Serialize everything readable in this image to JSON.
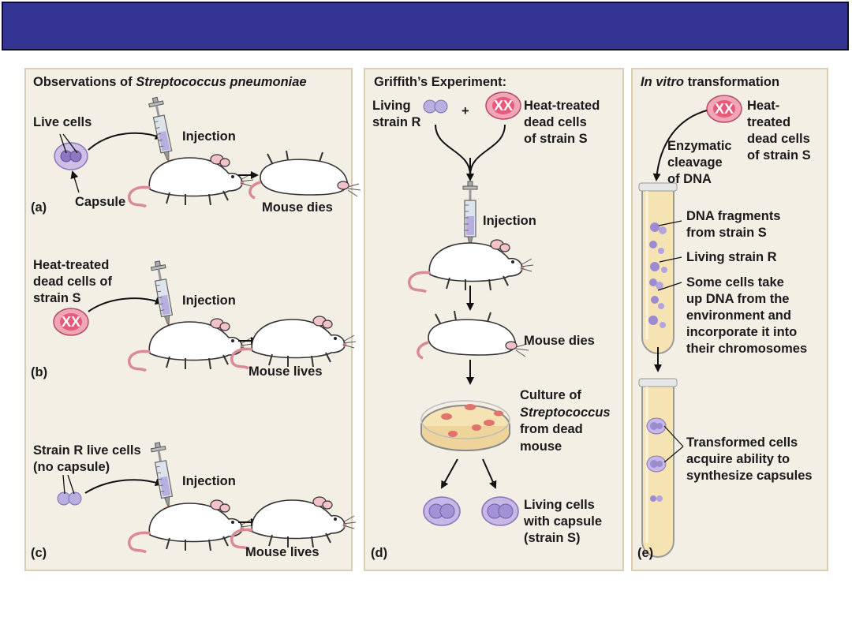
{
  "panel_a": {
    "heading_prefix": "Observations of ",
    "heading_species": "Streptococcus pneumoniae",
    "live_cells": "Live cells",
    "capsule": "Capsule",
    "injection": "Injection",
    "result": "Mouse dies",
    "letter": "(a)"
  },
  "panel_b": {
    "heat_treated": "Heat-treated\ndead cells of\nstrain S",
    "injection": "Injection",
    "result": "Mouse lives",
    "letter": "(b)",
    "dead_cell_mark": "XX"
  },
  "panel_c": {
    "strain_r": "Strain R live cells\n(no capsule)",
    "injection": "Injection",
    "result": "Mouse lives",
    "letter": "(c)"
  },
  "panel_d": {
    "heading": "Griffith’s Experiment:",
    "living_strain_r": "Living\nstrain R",
    "plus": "+",
    "heat_treated": "Heat-treated\ndead cells\nof strain S",
    "dead_cell_mark": "XX",
    "injection": "Injection",
    "result": "Mouse dies",
    "culture_prefix": "Culture of",
    "culture_species": "Streptococcus",
    "culture_suffix": "from dead\nmouse",
    "living_cells": "Living cells\nwith capsule\n(strain S)",
    "letter": "(d)"
  },
  "panel_e": {
    "heading_italic": "In vitro",
    "heading_rest": " transformation",
    "heat_treated": "Heat-\ntreated\ndead cells\nof strain S",
    "dead_cell_mark": "XX",
    "enzymatic": "Enzymatic\ncleavage\nof DNA",
    "dna_fragments": "DNA fragments\nfrom strain S",
    "living_strain_r": "Living strain R",
    "some_cells": "Some cells take\nup DNA from the\nenvironment and\nincorporate it into\ntheir chromosomes",
    "transformed": "Transformed cells\nacquire ability to\nsynthesize capsules",
    "letter": "(e)"
  },
  "colors": {
    "title_bar": "#343494",
    "panel_bg": "#f4efe4",
    "panel_border": "#d9cdb3",
    "cell_fill": "#b9aee0",
    "dead_cell_fill": "#e65a7a",
    "tube_fill": "#f6e3b4"
  }
}
